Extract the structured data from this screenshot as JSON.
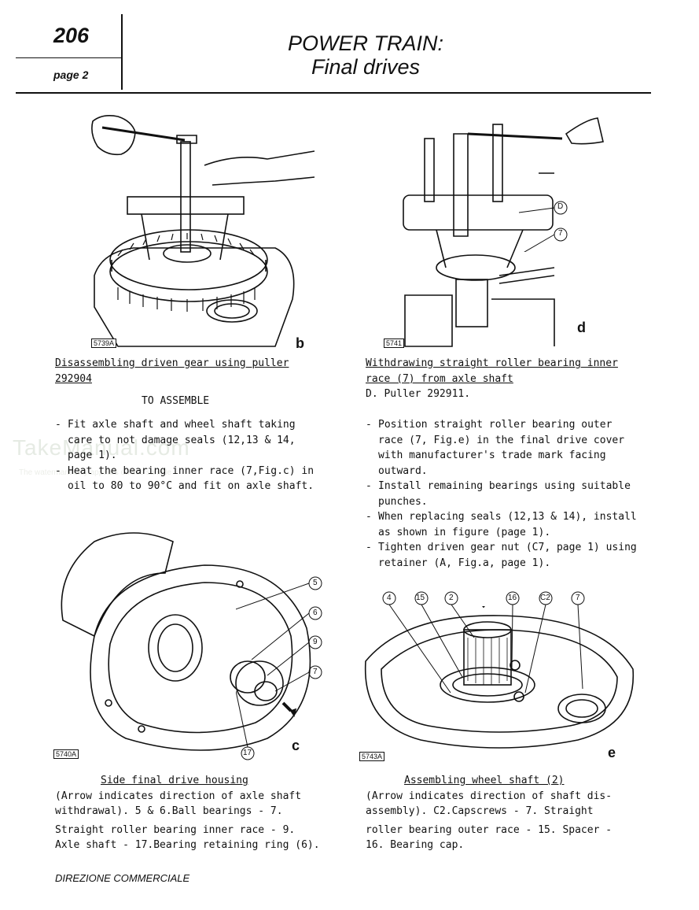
{
  "header": {
    "section_number": "206",
    "page_label": "page 2",
    "title_line1": "POWER TRAIN:",
    "title_line2": "Final drives"
  },
  "watermark": {
    "text": "TakeManual.com",
    "subtext": "The watermark only appears on this sample"
  },
  "figures": {
    "b": {
      "tag": "5739A",
      "letter": "b",
      "caption_line1": "Disassembling driven gear using puller",
      "caption_line2": "292904"
    },
    "d": {
      "tag": "5741",
      "letter": "d",
      "callouts": [
        "D",
        "7"
      ],
      "caption_line1": "Withdrawing straight roller bearing inner",
      "caption_line2": "race (7) from axle shaft",
      "caption_line3": "D. Puller 292911."
    },
    "c": {
      "tag": "5740A",
      "letter": "c",
      "callouts": [
        "5",
        "6",
        "9",
        "7",
        "17"
      ],
      "caption_title": "Side final drive housing",
      "caption_lines": [
        "(Arrow indicates direction of axle shaft",
        "withdrawal).  5 & 6.Ball bearings - 7.",
        "Straight roller bearing inner race - 9.",
        "Axle shaft - 17.Bearing retaining ring (6)."
      ]
    },
    "e": {
      "tag": "5743A",
      "letter": "e",
      "callouts": [
        "4",
        "15",
        "2",
        "16",
        "C2",
        "7"
      ],
      "caption_title": "Assembling wheel shaft (2)",
      "caption_lines": [
        "(Arrow indicates direction of shaft dis-",
        "assembly).  C2.Capscrews - 7. Straight",
        "roller bearing outer race - 15. Spacer -",
        "16. Bearing cap."
      ]
    }
  },
  "left_text": {
    "heading": "TO ASSEMBLE",
    "bullets": [
      "Fit axle shaft and wheel shaft taking care to not damage seals (12,13 & 14, page 1).",
      "Heat the bearing inner race (7,Fig.c) in oil to 80 to 90°C and fit on axle shaft."
    ]
  },
  "right_text": {
    "bullets": [
      "Position straight roller bearing outer race (7, Fig.e) in the final drive cover with manufacturer's trade mark facing outward.",
      "Install remaining bearings using suitable punches.",
      "When replacing seals (12,13 & 14), install as shown in figure (page 1).",
      "Tighten driven gear nut (C7, page 1) using retainer (A, Fig.a, page 1)."
    ]
  },
  "footer": {
    "text": "DIREZIONE COMMERCIALE"
  }
}
